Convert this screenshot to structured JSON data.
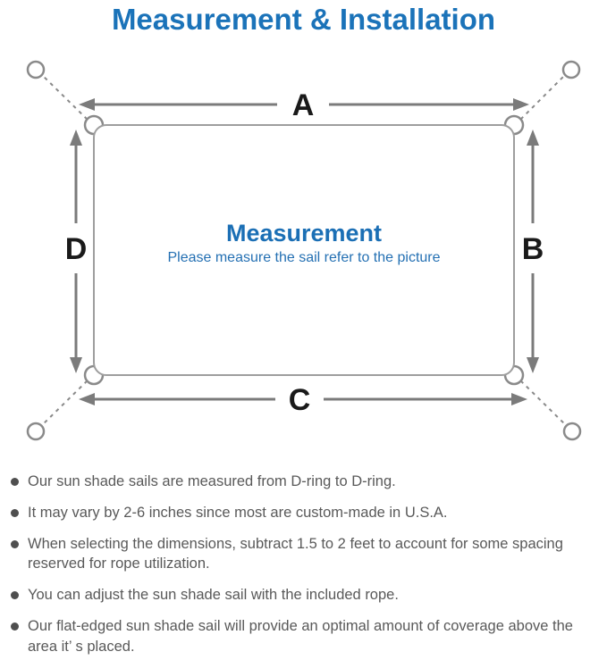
{
  "title": "Measurement & Installation",
  "diagram": {
    "center_title": "Measurement",
    "center_subtitle": "Please measure the sail refer to the picture",
    "dimension_labels": {
      "top": "A",
      "right": "B",
      "bottom": "C",
      "left": "D"
    }
  },
  "notes": [
    "Our sun shade sails are measured from D-ring to D-ring.",
    "It may vary by 2-6 inches since most are custom-made in U.S.A.",
    "When selecting the dimensions, subtract 1.5 to 2 feet to account for some spacing reserved for rope utilization.",
    "You can adjust the sun shade sail with the included rope.",
    "Our flat-edged sun shade sail will provide an optimal amount of coverage above the area it’ s placed."
  ],
  "colors": {
    "accent_blue": "#1b73b9",
    "center_text_blue": "#1b6fb5",
    "line_gray": "#7b7b7b",
    "outline_gray": "#9e9e9e",
    "note_text_gray": "#595959",
    "dimension_label_black": "#1a1a1a"
  }
}
